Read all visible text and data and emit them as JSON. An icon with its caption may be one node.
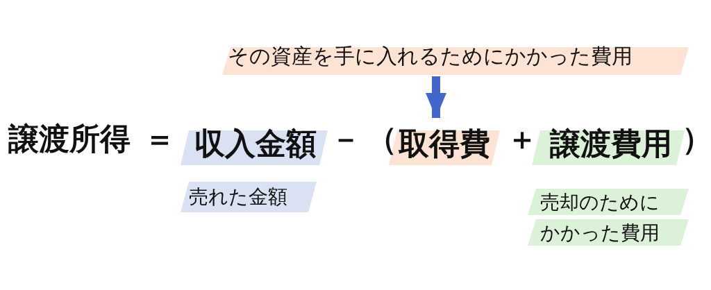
{
  "diagram": {
    "nodes": [
      {
        "text": [
          "その資産を手に入れるためにかかった費用"
        ]
      },
      {
        "text": [
          "収入金額"
        ]
      },
      {
        "text": [
          "取得費"
        ]
      },
      {
        "text": [
          "譲渡費用"
        ]
      },
      {
        "text": [
          "売れた金額"
        ]
      },
      {
        "text": [
          "売却のためにかかった費用"
        ]
      }
    ],
    "edges": [
      {
        "from": 0,
        "to": 2,
        "arrow": "to",
        "color": "#4466cc"
      }
    ],
    "labels": [
      "譲渡所得",
      "＝",
      "－",
      "（",
      "＋",
      "）"
    ]
  }
}
